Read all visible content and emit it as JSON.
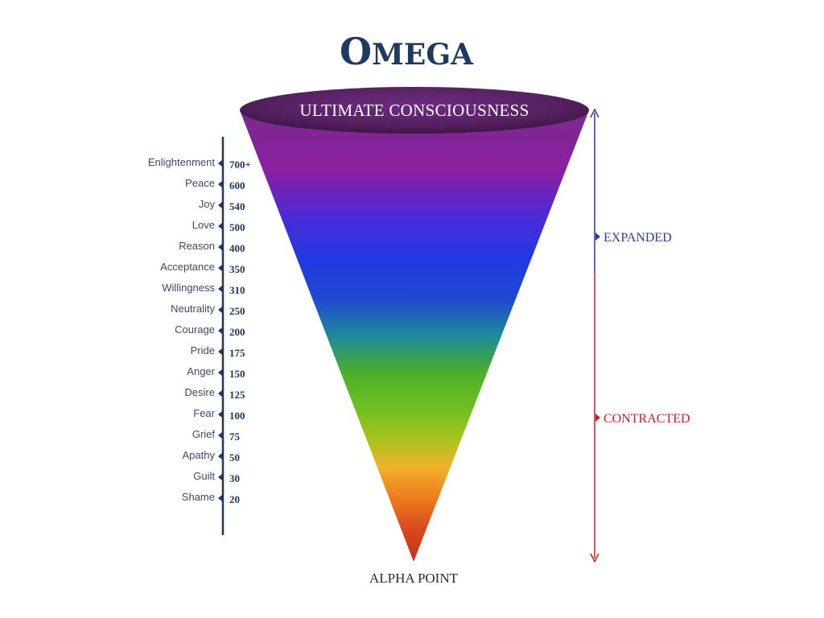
{
  "title": "OMEGA",
  "rim_label": "ULTIMATE CONSCIOUSNESS",
  "bottom_label": "ALPHA POINT",
  "expanded_label": "EXPANDED",
  "contracted_label": "CONTRACTED",
  "colors": {
    "title": "#1f3a60",
    "scale": "#1f3a60",
    "expanded": "#2a3f9a",
    "contracted": "#c8202a",
    "rim_top": "#4a1d5e",
    "rim_bottom": "#6b2a7e"
  },
  "levels": [
    {
      "name": "Enlightenment",
      "value": "700+"
    },
    {
      "name": "Peace",
      "value": "600"
    },
    {
      "name": "Joy",
      "value": "540"
    },
    {
      "name": "Love",
      "value": "500"
    },
    {
      "name": "Reason",
      "value": "400"
    },
    {
      "name": "Acceptance",
      "value": "350"
    },
    {
      "name": "Willingness",
      "value": "310"
    },
    {
      "name": "Neutrality",
      "value": "250"
    },
    {
      "name": "Courage",
      "value": "200"
    },
    {
      "name": "Pride",
      "value": "175"
    },
    {
      "name": "Anger",
      "value": "150"
    },
    {
      "name": "Desire",
      "value": "125"
    },
    {
      "name": "Fear",
      "value": "100"
    },
    {
      "name": "Grief",
      "value": "75"
    },
    {
      "name": "Apathy",
      "value": "50"
    },
    {
      "name": "Guilt",
      "value": "30"
    },
    {
      "name": "Shame",
      "value": "20"
    }
  ]
}
